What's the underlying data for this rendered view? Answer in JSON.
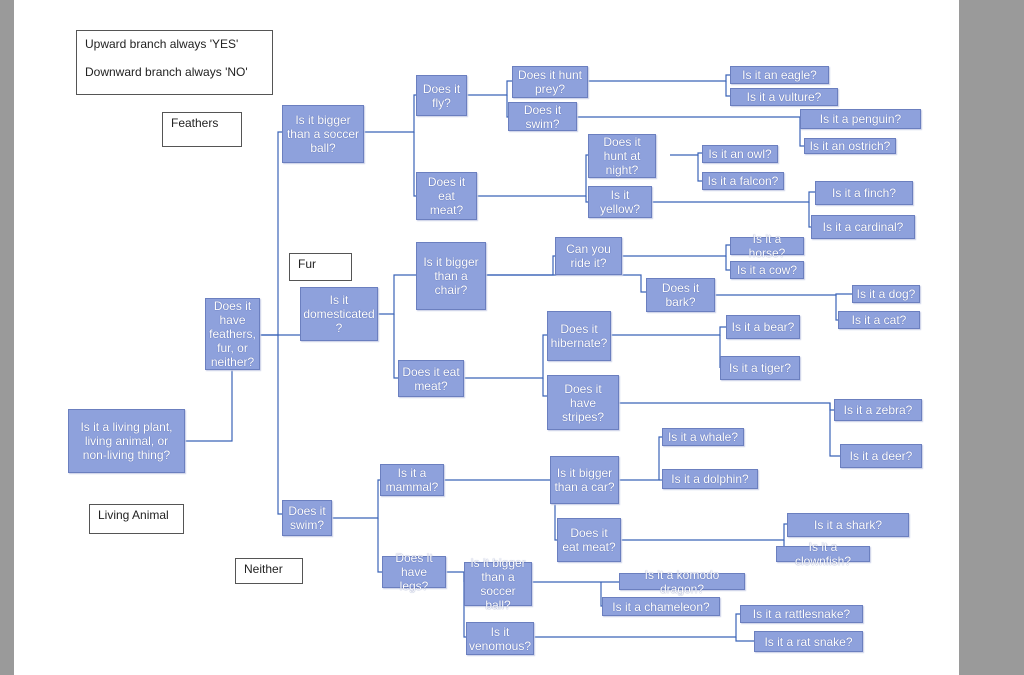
{
  "legend": {
    "line1": "Upward branch always 'YES'",
    "line2": "Downward branch always 'NO'"
  },
  "labels": {
    "feathers": "Feathers",
    "fur": "Fur",
    "living_animal": "Living Animal",
    "neither": "Neither"
  },
  "nodes": {
    "root": "Is it a living plant, living animal, or non-living thing?",
    "q_fff": "Does it have feathers, fur, or neither?",
    "f_bigger_ball": "Is it bigger than a soccer ball?",
    "f_fly": "Does it fly?",
    "f_hunt_prey": "Does it hunt prey?",
    "f_swim": "Does it swim?",
    "f_eat_meat": "Does it eat meat?",
    "f_hunt_night": "Does it hunt at night?",
    "f_yellow": "Is it yellow?",
    "a_eagle": "Is it an eagle?",
    "a_vulture": "Is it a vulture?",
    "a_penguin": "Is it a penguin?",
    "a_ostrich": "Is it an ostrich?",
    "a_owl": "Is it an owl?",
    "a_falcon": "Is it a falcon?",
    "a_finch": "Is it a finch?",
    "a_cardinal": "Is it a cardinal?",
    "m_domesticated": "Is it domesticated ?",
    "m_bigger_chair": "Is it bigger than a chair?",
    "m_ride": "Can you ride it?",
    "m_bark": "Does it bark?",
    "m_eat_meat": "Does it eat meat?",
    "m_hibernate": "Does it hibernate?",
    "m_stripes": "Does it have stripes?",
    "a_horse": "Is it a horse?",
    "a_cow": "Is it a cow?",
    "a_dog": "Is it a dog?",
    "a_cat": "Is it a cat?",
    "a_bear": "Is it a bear?",
    "a_tiger": "Is it a tiger?",
    "a_zebra": "Is it a zebra?",
    "a_deer": "Is it a deer?",
    "n_swim": "Does it swim?",
    "n_mammal": "Is it a mammal?",
    "n_bigger_car": "Is it bigger than a car?",
    "n_eat_meat": "Does it eat meat?",
    "n_legs": "Does it have legs?",
    "n_bigger_ball": "Is it bigger than a soccer ball?",
    "n_venomous": "Is it venomous?",
    "a_whale": "Is it a whale?",
    "a_dolphin": "Is it a dolphin?",
    "a_shark": "Is it a shark?",
    "a_clownfish": "Is it a clownfish?",
    "a_komodo": "Is it a komodo dragon?",
    "a_chameleon": "Is it a chameleon?",
    "a_rattlesnake": "Is it a rattlesnake?",
    "a_ratsnake": "Is it a rat snake?"
  },
  "colors": {
    "node_fill": "#8ea1dc",
    "node_border": "#6b7fbf",
    "connector": "#3b63b8",
    "page": "#ffffff",
    "backdrop": "#9a9a9a"
  }
}
